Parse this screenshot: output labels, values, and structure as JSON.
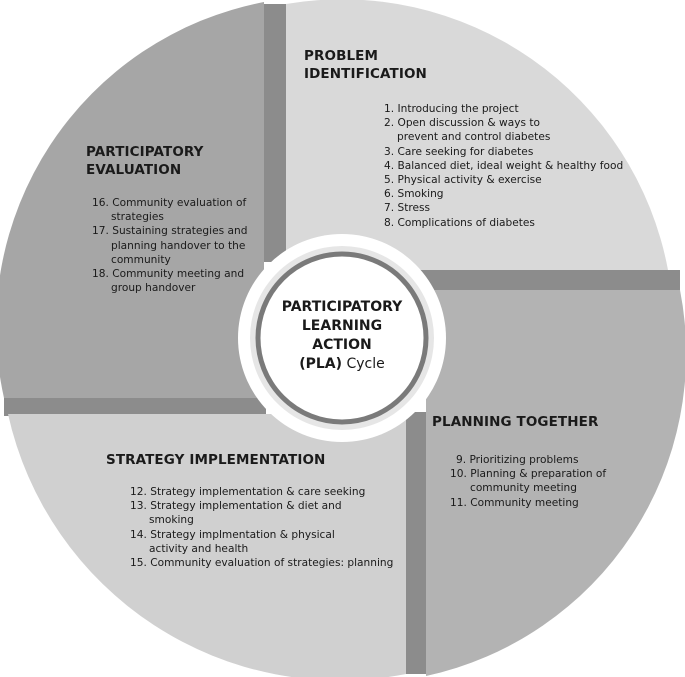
{
  "center": {
    "line1": "PARTICIPATORY",
    "line2": "LEARNING",
    "line3": "ACTION",
    "line4_bold": "(PLA)",
    "line4_normal": " Cycle"
  },
  "quadrants": {
    "problem_identification": {
      "title_line1": "PROBLEM",
      "title_line2": "IDENTIFICATION",
      "items": [
        "1. Introducing the project",
        "2. Open discussion & ways to",
        "prevent and control diabetes",
        "3. Care seeking for diabetes",
        "4. Balanced diet, ideal weight & healthy food",
        "5. Physical activity & exercise",
        "6. Smoking",
        "7. Stress",
        "8. Complications of diabetes"
      ]
    },
    "planning_together": {
      "title": "PLANNING TOGETHER",
      "items": [
        "9. Prioritizing problems",
        "10. Planning & preparation of",
        "community meeting",
        "11. Community meeting"
      ]
    },
    "strategy_implementation": {
      "title": "STRATEGY IMPLEMENTATION",
      "items": [
        "12. Strategy implementation & care seeking",
        "13. Strategy implementation & diet and",
        "smoking",
        "14. Strategy implmentation & physical",
        "activity and health",
        "15. Community evaluation of strategies: planning"
      ]
    },
    "participatory_evaluation": {
      "title_line1": "PARTICIPATORY",
      "title_line2": "EVALUATION",
      "items": [
        "16. Community evaluation of",
        "strategies",
        "17. Sustaining strategies and",
        "planning handover to the",
        "community",
        "18. Community meeting and",
        "group handover"
      ]
    }
  },
  "colors": {
    "problem_identification": "#d9d9d9",
    "planning_together": "#b3b3b3",
    "strategy_implementation": "#d0d0d0",
    "participatory_evaluation": "#a6a6a6",
    "shadow": "#8c8c8c",
    "center_ring": "#7a7a7a"
  }
}
